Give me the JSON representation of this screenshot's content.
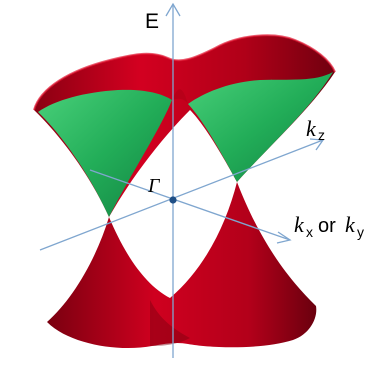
{
  "axes": {
    "energy_label": "E",
    "kz_symbol": "k",
    "kz_sub": "z",
    "kx_symbol": "k",
    "kx_sub": "x",
    "or_word": "or",
    "ky_symbol": "k",
    "ky_sub": "y",
    "origin_label": "Γ"
  },
  "colors": {
    "cone_outer": "#c3001b",
    "cone_outer_dark": "#6e0010",
    "cone_inner": "#25b45e",
    "cone_inner_dark": "#0f7a3a",
    "axis_line": "#7fa6cf",
    "origin_dot": "#1f4f86"
  }
}
